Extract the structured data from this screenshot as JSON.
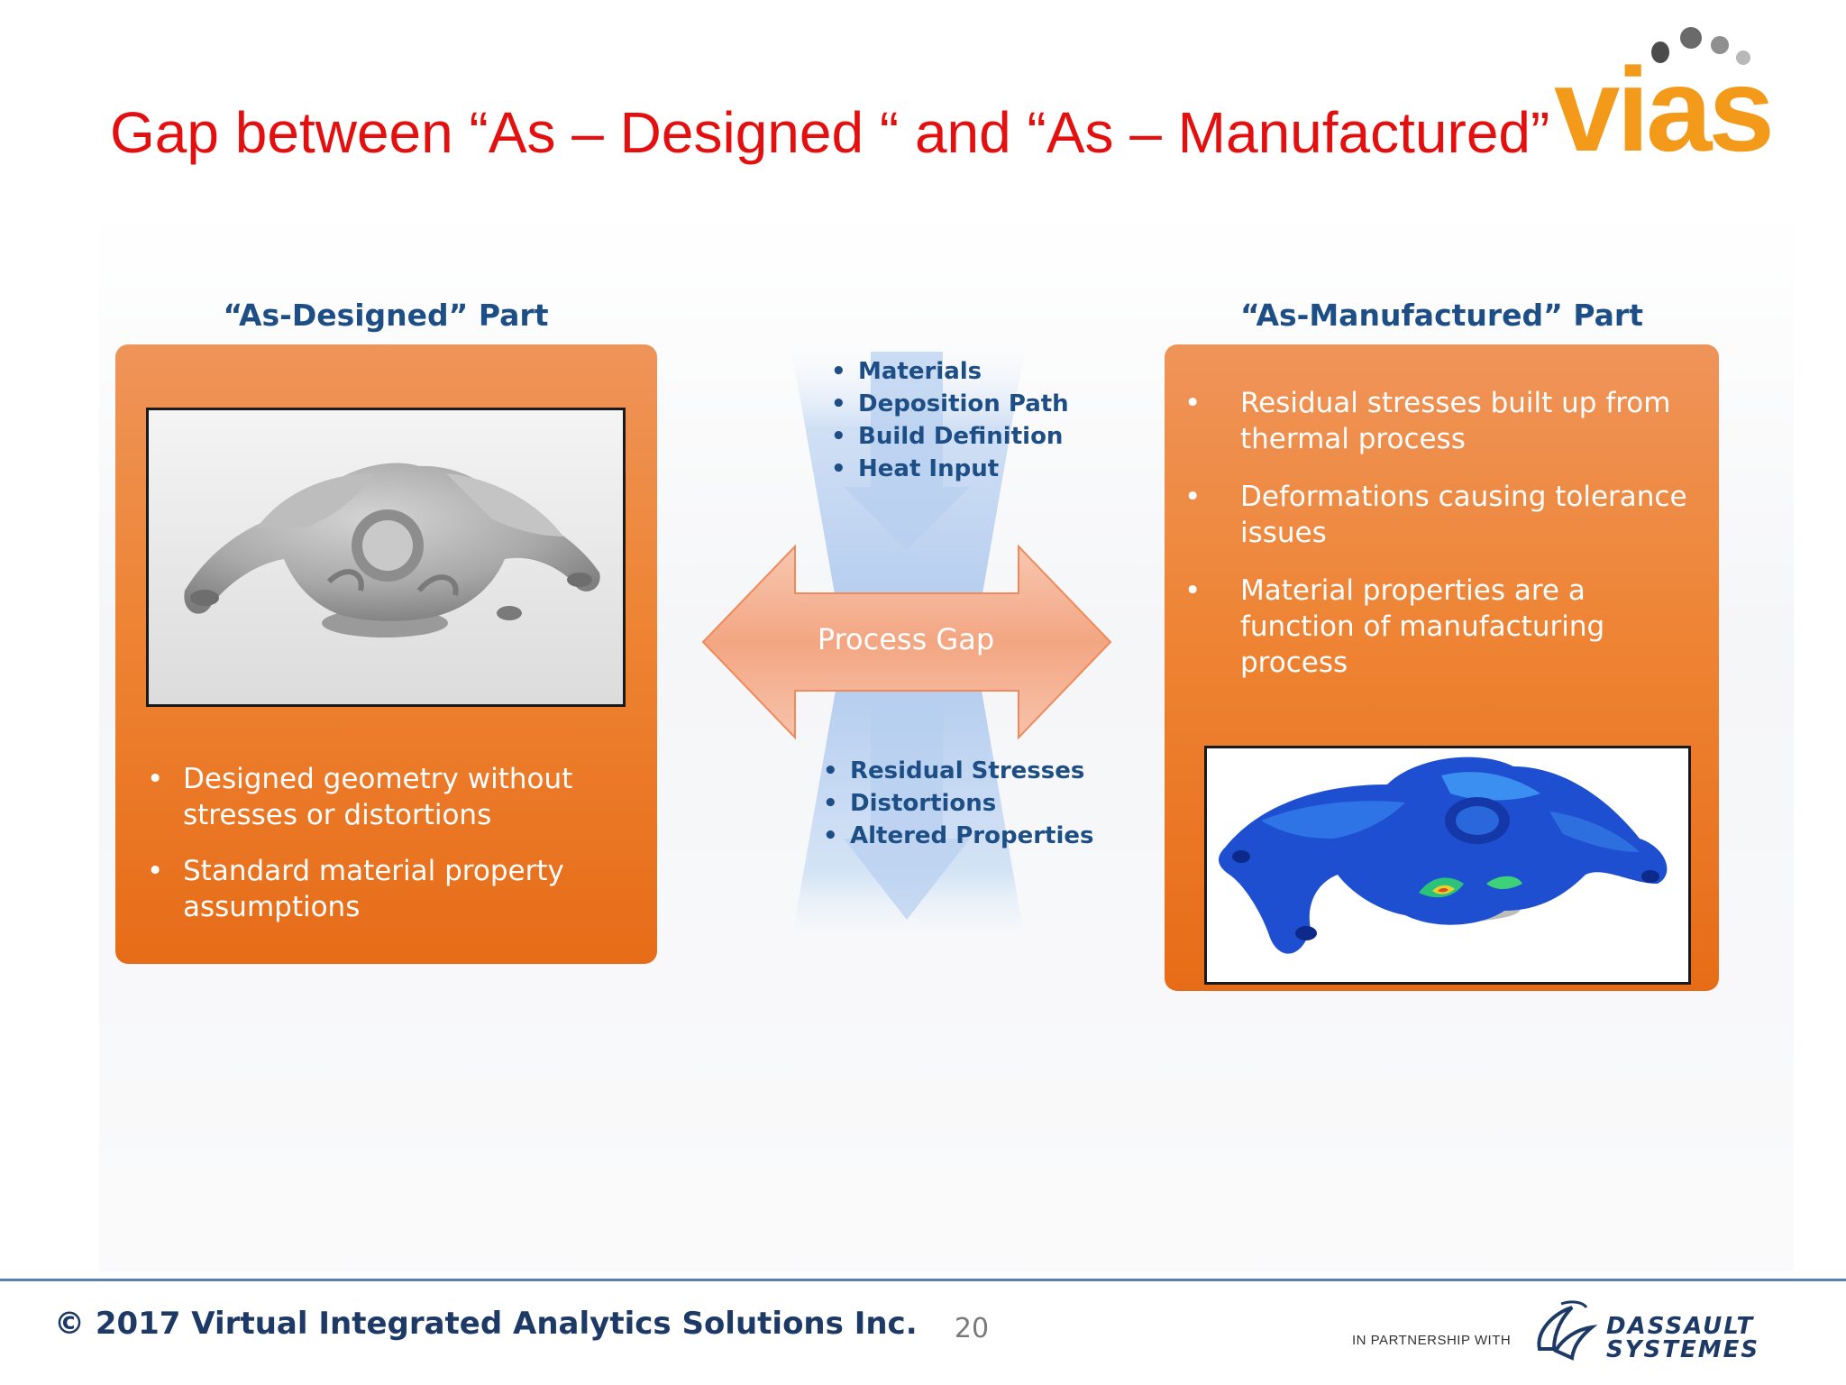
{
  "slide": {
    "title": "Gap between “As – Designed “ and “As – Manufactured”"
  },
  "logo": {
    "text": "vias"
  },
  "left_panel": {
    "heading": "“As-Designed” Part",
    "bullets": [
      "Designed geometry without stresses or distortions",
      "Standard material property assumptions"
    ]
  },
  "center": {
    "inputs": [
      "Materials",
      "Deposition Path",
      "Build Definition",
      "Heat Input"
    ],
    "gap_label": "Process Gap",
    "outputs": [
      "Residual Stresses",
      "Distortions",
      "Altered Properties"
    ]
  },
  "right_panel": {
    "heading": "“As-Manufactured” Part",
    "bullets": [
      "Residual stresses built up from thermal process",
      "Deformations causing tolerance issues",
      "Material properties are a function of manufacturing process"
    ]
  },
  "footer": {
    "copyright": "© 2017 Virtual Integrated Analytics Solutions Inc.",
    "page_number": "20",
    "partner_text": "IN PARTNERSHIP WITH",
    "partner_name_line1": "DASSAULT",
    "partner_name_line2": "SYSTEMES"
  },
  "colors": {
    "title": "#e3100f",
    "heading": "#1d4e86",
    "panel_orange": "#ee8434",
    "logo_orange": "#f39a1b",
    "arrow": "#f4b496"
  }
}
